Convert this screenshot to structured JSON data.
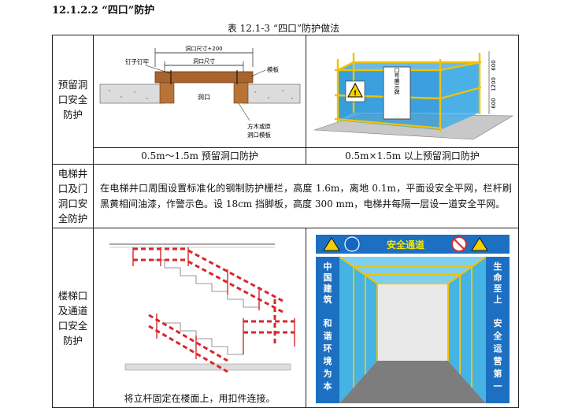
{
  "heading": "12.1.2.2 “四口”防护",
  "table_caption": "表 12.1-3 “四口”防护做法",
  "rows": [
    {
      "label_lines": [
        "预留洞",
        "口安全",
        "防护"
      ],
      "left_caption": "0.5m～1.5m 预留洞口防护",
      "right_caption": "0.5m×1.5m 以上预留洞口防护",
      "left_figure": {
        "dim_top": "洞口尺寸+200",
        "dim_inner": "洞口尺寸",
        "nail_label": "钉子钉牢",
        "board_label": "模板",
        "hole_label": "洞口",
        "timber_label_1": "方木或原",
        "timber_label_2": "洞口模板"
      },
      "right_figure": {
        "sign_text": "口号展示牌",
        "dims": [
          "600",
          "1200",
          "600"
        ]
      }
    },
    {
      "label_lines": [
        "电梯井",
        "口及门",
        "洞口安",
        "全防护"
      ],
      "text": "在电梯井口周围设置标准化的钢制防护栅栏，高度 1.6m，离地 0.1m，平面设安全平网，栏杆刷黑黄相间油漆，作警示色。设 18cm 挡脚板，高度 300 mm，电梯井每隔一层设一道安全平网。"
    },
    {
      "label_lines": [
        "楼梯口",
        "及通道",
        "口安全",
        "防护"
      ],
      "left_caption": "将立杆固定在楼面上，用扣件连接。",
      "right_figure": {
        "banner": "安全通道",
        "left_panel": [
          "中",
          "国",
          "建",
          "筑",
          "和",
          "谐",
          "环",
          "境",
          "为",
          "本"
        ],
        "right_panel": [
          "生",
          "命",
          "至",
          "上",
          "安",
          "全",
          "运",
          "营",
          "第",
          "一"
        ]
      }
    }
  ]
}
